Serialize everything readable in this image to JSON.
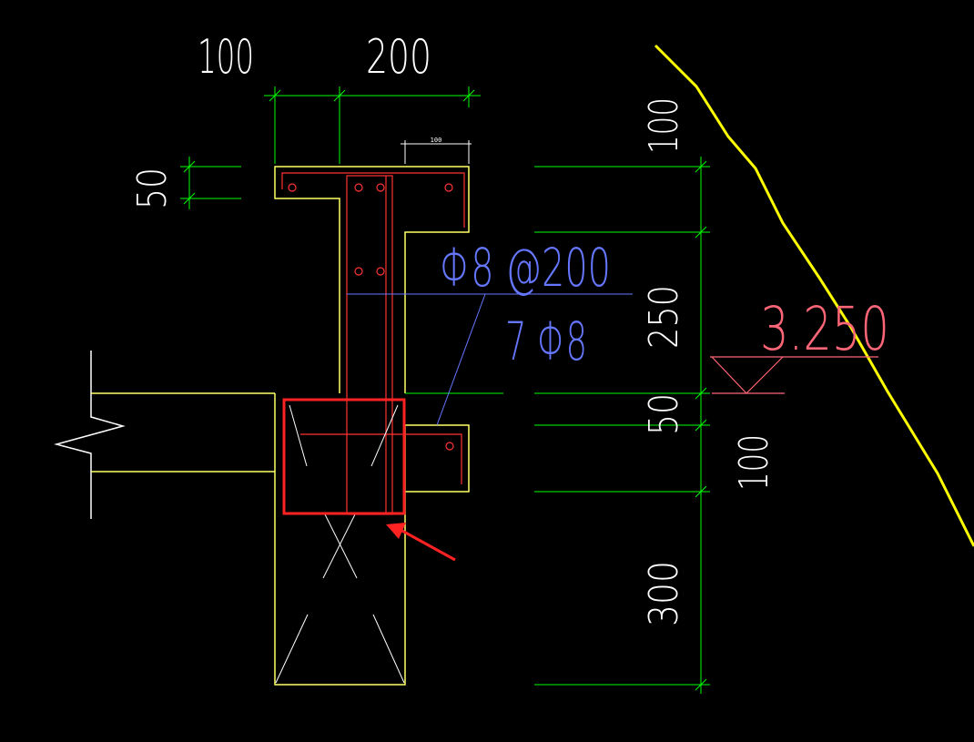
{
  "colors": {
    "background": "#000000",
    "concrete_outline": "#ffff66",
    "dimension": "#00ff00",
    "rebar": "#ff3333",
    "label_blue": "#6677ff",
    "elevation": "#ff6677",
    "highlight": "#ff2222",
    "ground_line": "#ffff00",
    "white": "#ffffff"
  },
  "dimensions": {
    "top_left": "100",
    "top_right": "200",
    "top_small": "100",
    "left_height": "50",
    "right_1": "100",
    "right_2": "250",
    "right_3": "50",
    "right_4": "100",
    "right_5": "300"
  },
  "labels": {
    "stirrup": "Φ8 @200",
    "longitudinal": "7 Φ8",
    "elevation": "3.250"
  }
}
